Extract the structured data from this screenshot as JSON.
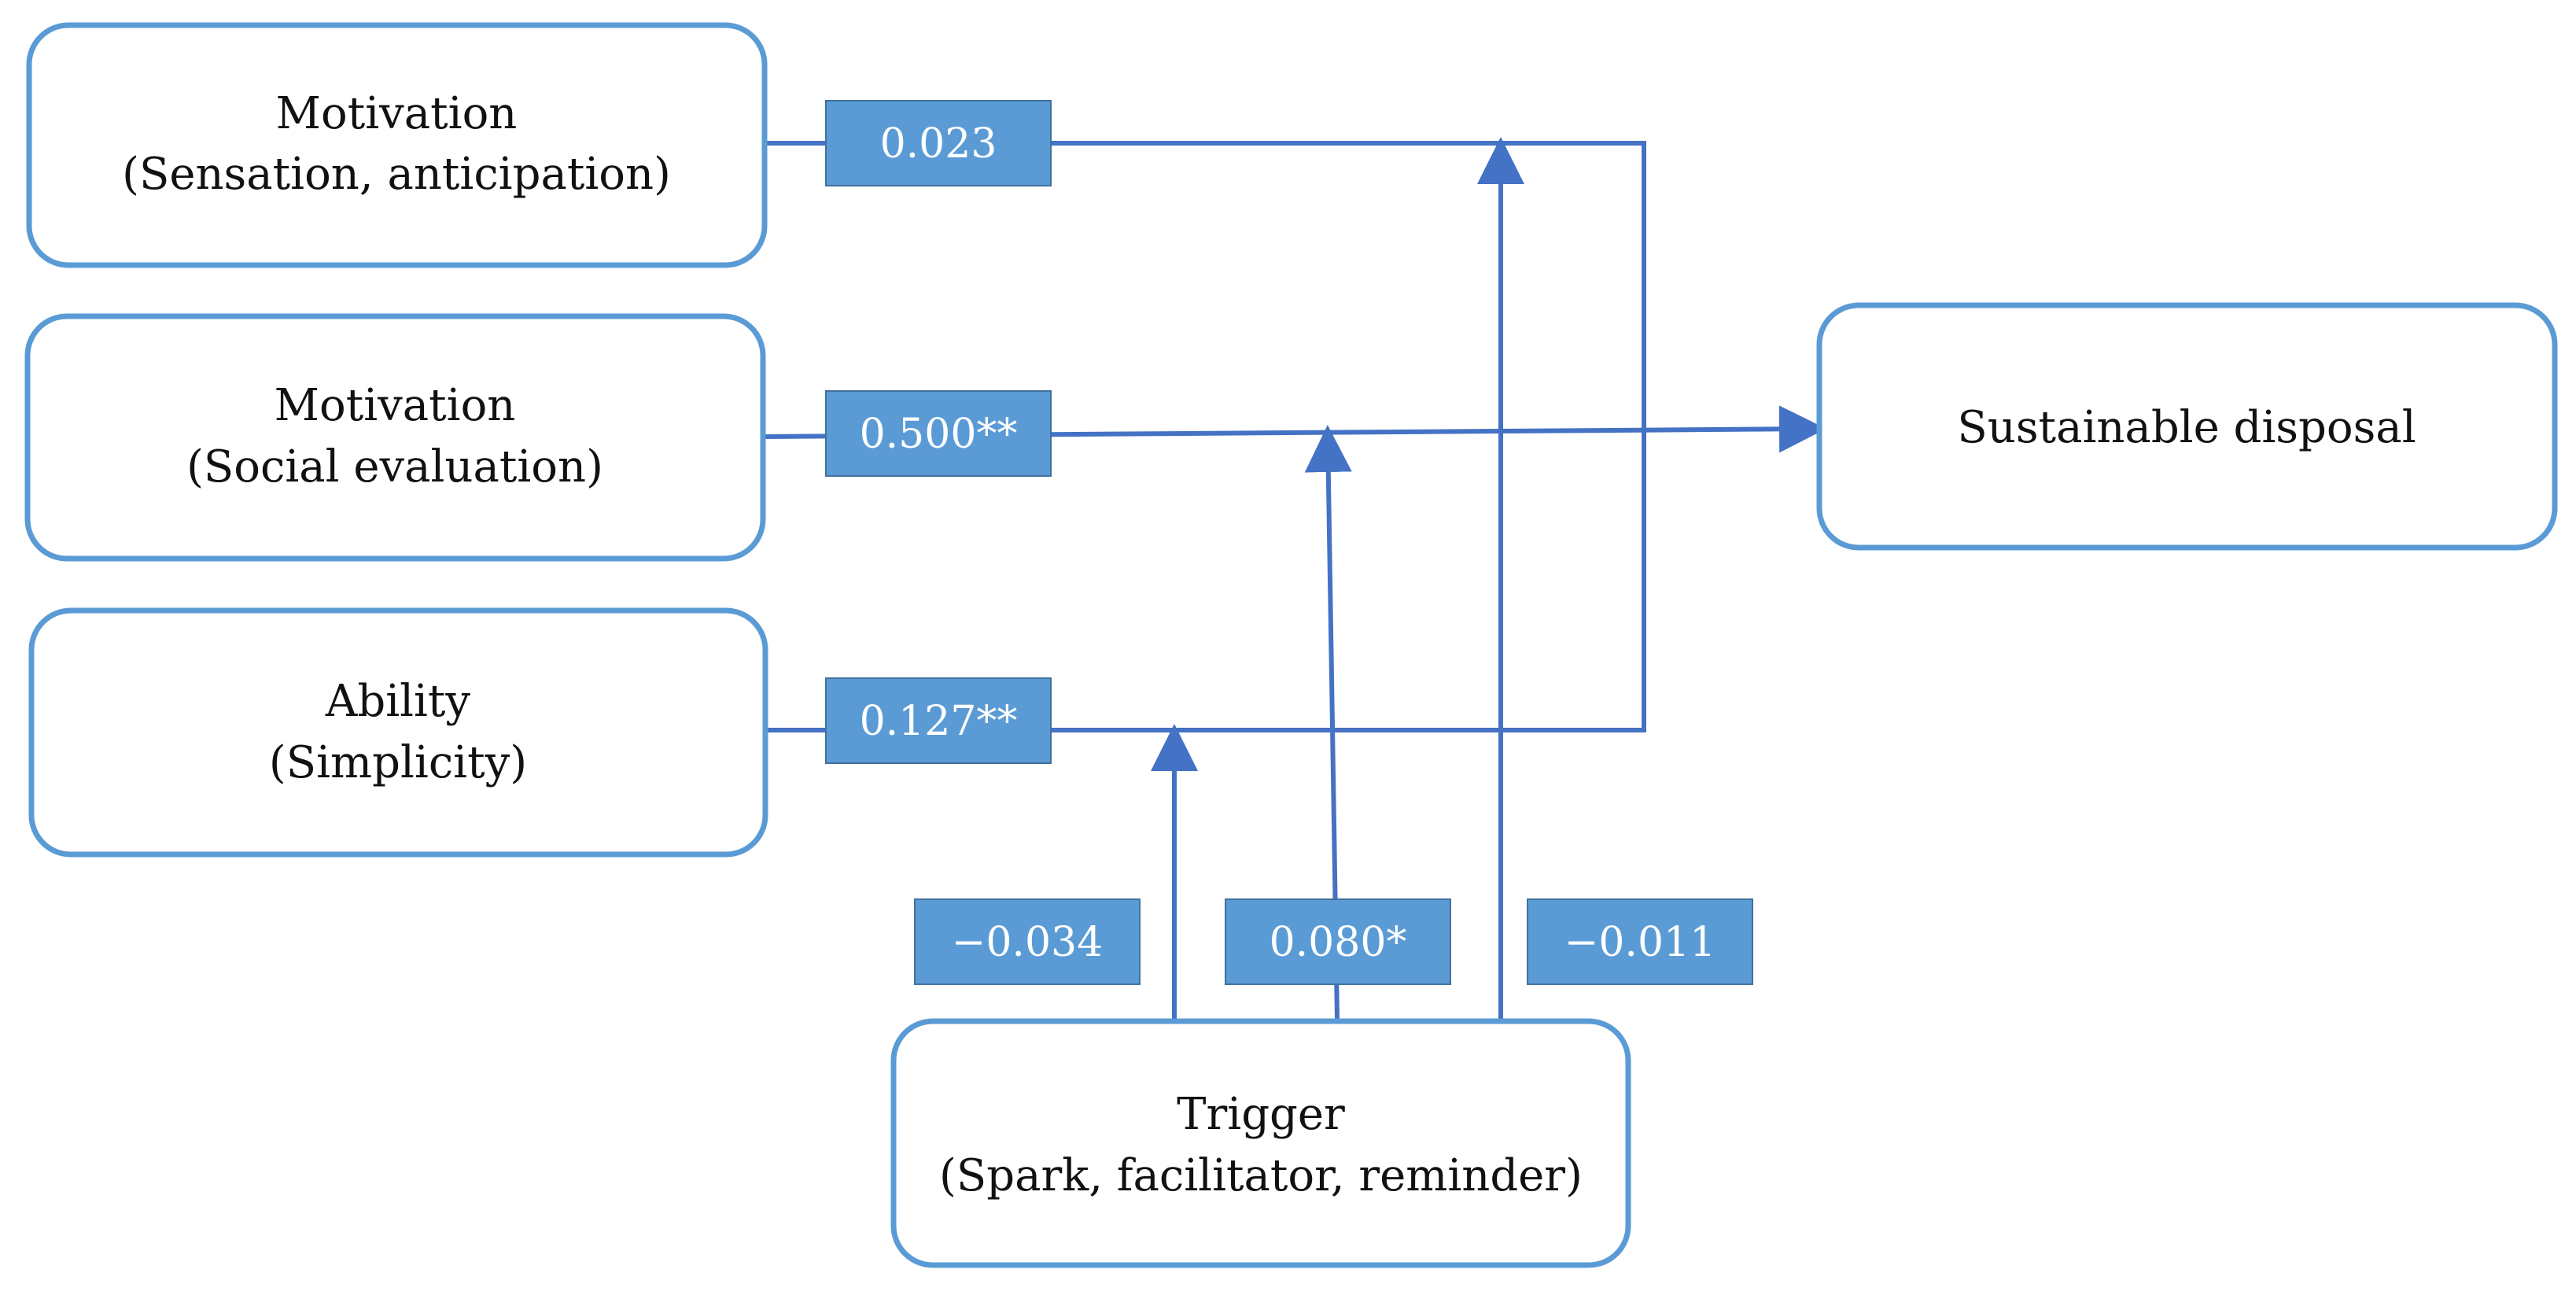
{
  "nodes": {
    "motivation_sensation": {
      "title": "Motivation",
      "subtitle": "(Sensation, anticipation)"
    },
    "motivation_social": {
      "title": "Motivation",
      "subtitle": "(Social evaluation)"
    },
    "ability": {
      "title": "Ability",
      "subtitle": "(Simplicity)"
    },
    "outcome": {
      "title": "Sustainable disposal"
    },
    "trigger": {
      "title": "Trigger",
      "subtitle": "(Spark, facilitator, reminder)"
    }
  },
  "coefficients": {
    "sensation_path": "0.023",
    "social_path": "0.500**",
    "ability_path": "0.127**",
    "trigger_ability": "−0.034",
    "trigger_social": "0.080*",
    "trigger_sensation": "−0.011"
  },
  "colors": {
    "box_border": "#5b9bd5",
    "connector": "#4472c4",
    "coefficient_fill": "#5b9bd5"
  }
}
